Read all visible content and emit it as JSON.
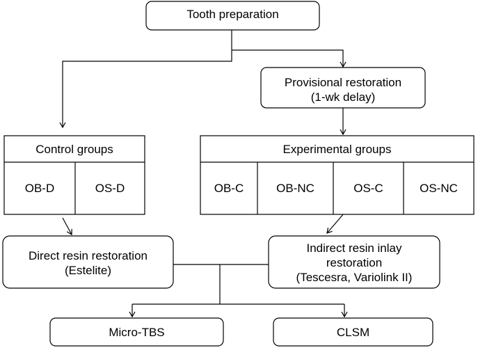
{
  "nodes": {
    "tooth_preparation": "Tooth preparation",
    "provisional_restoration": [
      "Provisional restoration",
      "(1-wk delay)"
    ],
    "control_groups": {
      "title": "Control groups",
      "cells": [
        "OB-D",
        "OS-D"
      ]
    },
    "experimental_groups": {
      "title": "Experimental groups",
      "cells": [
        "OB-C",
        "OB-NC",
        "OS-C",
        "OS-NC"
      ]
    },
    "direct_resin": [
      "Direct resin restoration",
      "(Estelite)"
    ],
    "indirect_resin": [
      "Indirect resin inlay",
      "restoration",
      "(Tescesra, Variolink II)"
    ],
    "micro_tbs": "Micro-TBS",
    "clsm": "CLSM"
  }
}
